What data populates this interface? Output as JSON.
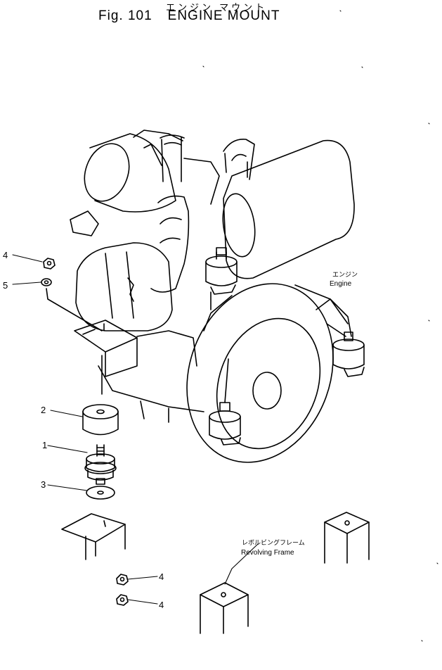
{
  "figure": {
    "title_jp": "エンジン マウント",
    "fig_label": "Fig. 101",
    "title": "ENGINE MOUNT"
  },
  "callouts": {
    "engine_jp": "エンジン",
    "engine_en": "Engine",
    "frame_jp": "レボルビングフレーム",
    "frame_en": "Revolving Frame"
  },
  "parts": [
    {
      "number": "4",
      "name": "nut"
    },
    {
      "number": "5",
      "name": "washer"
    },
    {
      "number": "2",
      "name": "cushion"
    },
    {
      "number": "1",
      "name": "mount"
    },
    {
      "number": "3",
      "name": "plate-washer"
    },
    {
      "number": "4",
      "name": "nut"
    },
    {
      "number": "4",
      "name": "nut"
    }
  ]
}
